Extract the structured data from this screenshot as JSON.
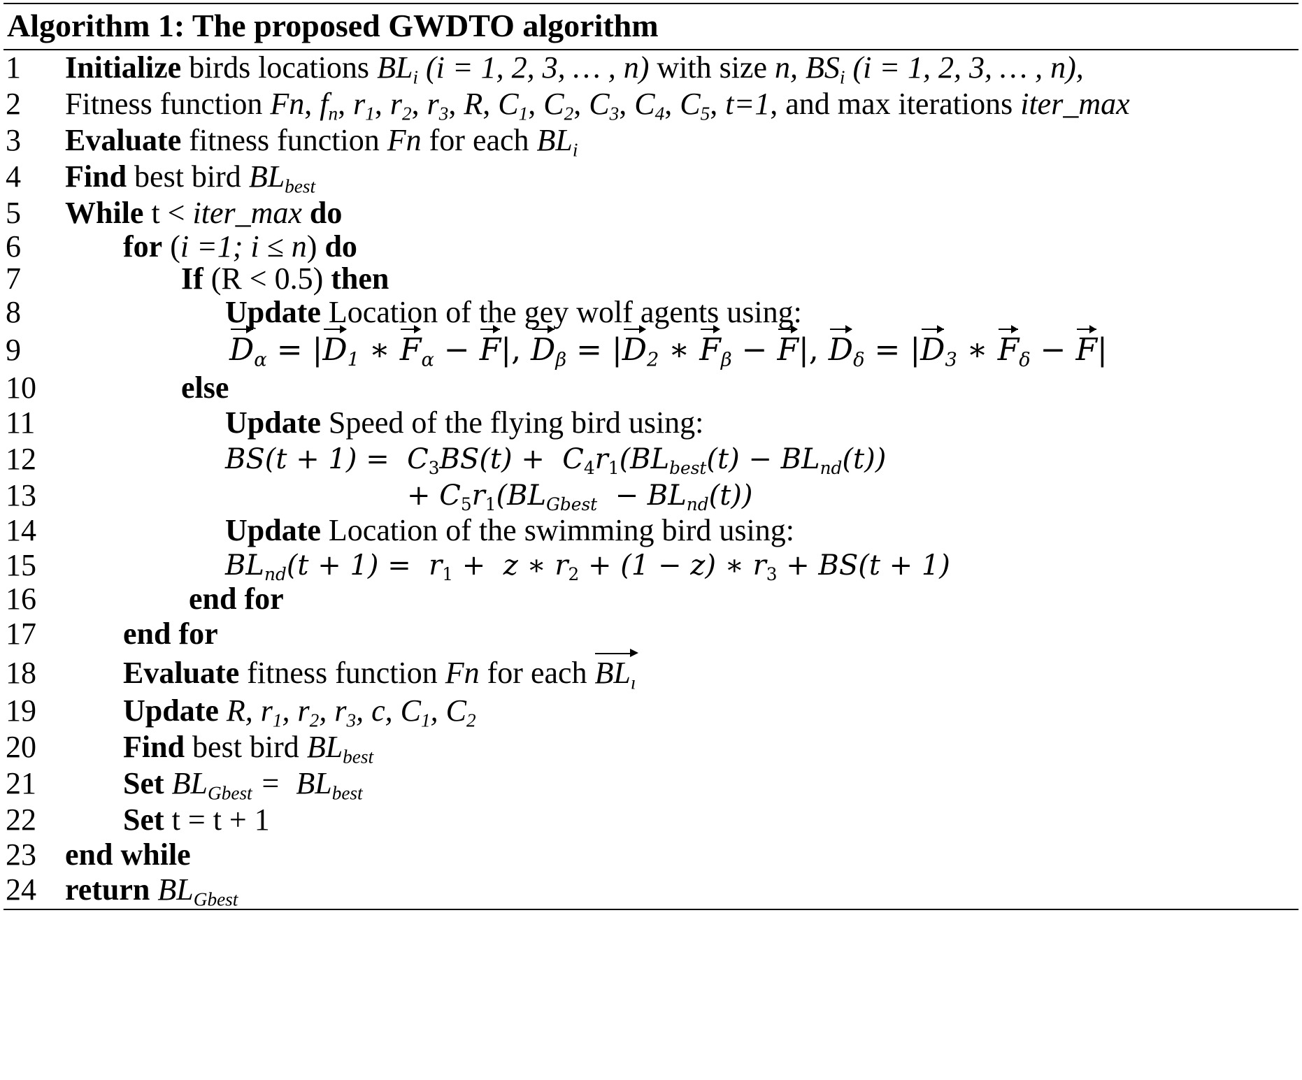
{
  "title": "Algorithm 1: The proposed GWDTO algorithm",
  "line_numbers": [
    "1",
    "2",
    "3",
    "4",
    "5",
    "6",
    "7",
    "8",
    "9",
    "10",
    "11",
    "12",
    "13",
    "14",
    "15",
    "16",
    "17",
    "18",
    "19",
    "20",
    "21",
    "22",
    "23",
    "24"
  ],
  "l1": {
    "kw": "Initialize",
    "a": " birds locations ",
    "v1": "BL",
    "s1": "i",
    "r1": " (i = 1, 2, 3, … , n) ",
    "b": "with size ",
    "n": "n,",
    "v2": " BS",
    "s2": "i",
    "r2": " (i = 1, 2, 3, … , n),",
    "tail": ""
  },
  "l2": {
    "a": "Fitness function ",
    "fn": "Fn",
    "c": ", ",
    "f": "f",
    "fs": "n",
    "c2": ", ",
    "r1": "r",
    "r1s": "1",
    "c3": ", ",
    "r2": "r",
    "r2s": "2",
    "c4": ", ",
    "r3": "r",
    "r3s": "3",
    "c5": ", ",
    "R": "R",
    "c6": ", ",
    "C1": "C",
    "C1s": "1",
    "c7": ", ",
    "C2": "C",
    "C2s": "2",
    "c8": ", ",
    "C3": "C",
    "C3s": "3",
    "c9": ", ",
    "C4": "C",
    "C4s": "4",
    "c10": ", ",
    "C5": "C",
    "C5s": "5",
    "c11": ", ",
    "t": "t=1",
    "b": ", and max iterations ",
    "im": "iter_max"
  },
  "l3": {
    "kw": "Evaluate",
    "a": " fitness function ",
    "fn": "Fn",
    "b": " for each ",
    "v": "BL",
    "s": "i"
  },
  "l4": {
    "kw": "Find",
    "a": " best bird ",
    "v": "BL",
    "s": "best"
  },
  "l5": {
    "kw": "While",
    "a": " t < ",
    "im": "iter_max",
    "kw2": " do"
  },
  "l6": {
    "kw": "for",
    "a": " (",
    "m": "i =1; i ≤ n",
    "b": ") ",
    "kw2": "do"
  },
  "l7": {
    "kw": "If",
    "a": " (R < 0.5) ",
    "kw2": "then"
  },
  "l8": {
    "kw": "Update",
    "a": " Location of the gey wolf agents using:"
  },
  "l9": {
    "D": "D",
    "alpha": "α",
    "one": "1",
    "F": "F",
    "beta": "β",
    "two": "2",
    "delta": "δ",
    "three": "3",
    "eq": " = ",
    "bar": "|",
    "star": " ∗ ",
    "minus": " − ",
    "comma": ", "
  },
  "l10": {
    "kw": "else"
  },
  "l11": {
    "kw": "Update",
    "a": " Speed of the flying bird using:"
  },
  "l12": {
    "a": "BS(t + 1) =  C",
    "s3": "3",
    "b": "BS(t) +  C",
    "s4": "4",
    "c": "r",
    "s1": "1",
    "d": "(BL",
    "best": "best",
    "e": "(t) − BL",
    "nd": "nd",
    "f": "(t))"
  },
  "l13": {
    "a": "+ C",
    "s5": "5",
    "b": "r",
    "s1": "1",
    "c": "(BL",
    "gbest": "Gbest",
    "d": "  − BL",
    "nd": "nd",
    "e": "(t))"
  },
  "l14": {
    "kw": "Update",
    "a": " Location of the swimming bird using:"
  },
  "l15": {
    "a": "BL",
    "nd": "nd",
    "b": "(t + 1) =  r",
    "s1": "1",
    "c": " +  z ∗ r",
    "s2": "2",
    "d": " + (1 − z) ∗ r",
    "s3": "3",
    "e": " + BS(t + 1)"
  },
  "l16": {
    "kw": "end for"
  },
  "l17": {
    "kw": "end for"
  },
  "l18": {
    "kw": "Evaluate",
    "a": " fitness function ",
    "fn": "Fn",
    "b": " for each ",
    "v": "BL",
    "s": "ı"
  },
  "l19": {
    "kw": "Update",
    "a": " R, r",
    "s1": "1",
    "b": ", r",
    "s2": "2",
    "c": ", r",
    "s3": "3",
    "d": ", c, C",
    "c1": "1",
    "e": ", C",
    "c2": "2"
  },
  "l20": {
    "kw": "Find",
    "a": " best bird ",
    "v": "BL",
    "s": "best"
  },
  "l21": {
    "kw": "Set",
    "a": " BL",
    "s": "Gbest",
    "b": " =  BL",
    "s2": "best"
  },
  "l22": {
    "kw": "Set",
    "a": " t = t + 1"
  },
  "l23": {
    "kw": "end while"
  },
  "l24": {
    "kw": "return",
    "a": " BL",
    "s": "Gbest"
  }
}
